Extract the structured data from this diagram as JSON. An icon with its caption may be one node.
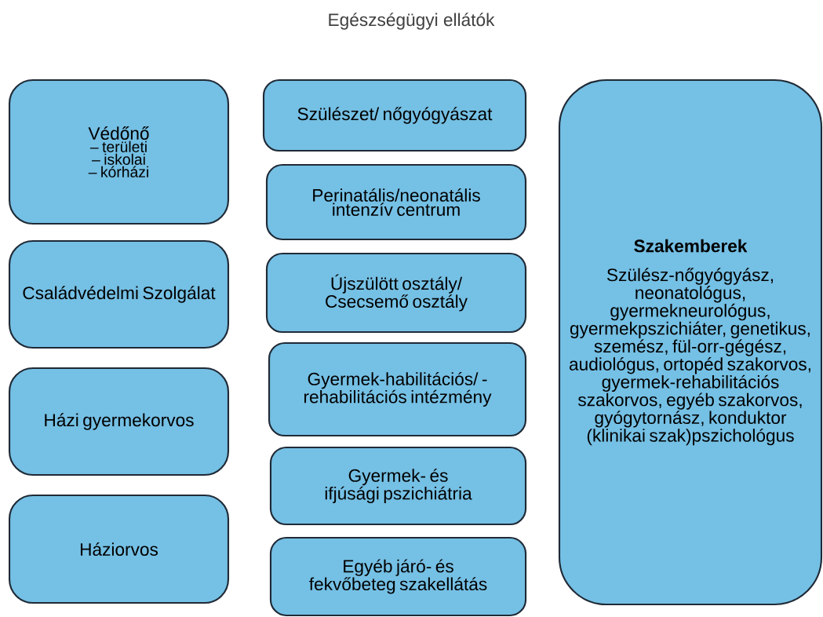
{
  "diagram": {
    "title": "Egészségügyi ellátók",
    "nodes": [
      {
        "text": [
          "Védőnő",
          "– területi",
          "– iskolai",
          "– kórházi"
        ]
      },
      {
        "text": [
          "Családvédelmi Szolgálat"
        ]
      },
      {
        "text": [
          "Házi gyermekorvos"
        ]
      },
      {
        "text": [
          "Háziorvos"
        ]
      },
      {
        "text": [
          "Szülészet/ nőgyógyászat"
        ]
      },
      {
        "text": [
          "Perinatális/neonatális intenzív centrum"
        ]
      },
      {
        "text": [
          "Újszülött osztály/ Csecsemő osztály"
        ]
      },
      {
        "text": [
          "Gyermek-habilitációs/ -rehabilitációs intézmény"
        ]
      },
      {
        "text": [
          "Gyermek- és ifjúsági pszichiátria"
        ]
      },
      {
        "text": [
          "Egyéb járó- és fekvőbeteg szakellátás"
        ]
      },
      {
        "text": [
          "Szakemberek",
          "Szülész-nőgyógyász, neonatológus, gyermekneurológus, gyermekpszichiáter, genetikus, szemész, fül-orr-gégész, audiológus, ortopéd szakorvos, gyermek-rehabilitációs szakorvos, egyéb szakorvos, gyógytornász, konduktor (klinikai szak)pszichológus"
        ]
      }
    ]
  }
}
